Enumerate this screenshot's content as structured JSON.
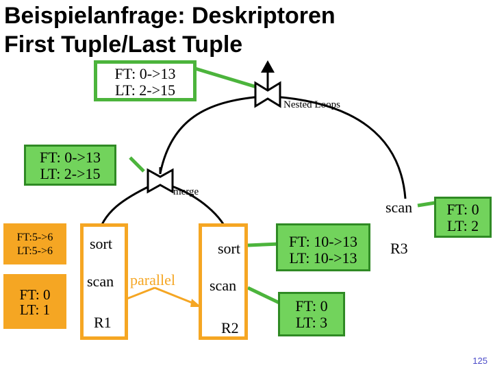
{
  "title": {
    "line1": "Beispielanfrage: Deskriptoren",
    "line2": "First Tuple/Last Tuple"
  },
  "operators": {
    "nested_loops": "Nested Loops",
    "merge": "merge",
    "scan_r3": "scan",
    "sort_left": "sort",
    "scan_left": "scan",
    "sort_right": "sort",
    "scan_right": "scan",
    "parallel": "parallel"
  },
  "relations": {
    "r1": "R1",
    "r2": "R2",
    "r3": "R3"
  },
  "descriptors": {
    "nested_loops": {
      "ft": "FT: 0->13",
      "lt": "LT: 2->15"
    },
    "merge": {
      "ft": "FT: 0->13",
      "lt": "LT: 2->15"
    },
    "scan_r3": {
      "ft": "FT: 0",
      "lt": "LT: 2"
    },
    "sort_left": {
      "ft": "FT:5->6",
      "lt": "LT:5->6"
    },
    "scan_left": {
      "ft": "FT: 0",
      "lt": "LT: 1"
    },
    "sort_right": {
      "ft": "FT: 10->13",
      "lt": "LT: 10->13"
    },
    "scan_right": {
      "ft": "FT: 0",
      "lt": "LT: 3"
    }
  },
  "page_number": "125",
  "colors": {
    "green_border": "#4cb43c",
    "green_fill": "#72d35c",
    "orange": "#f5a623",
    "page_number": "#4a4ac8"
  }
}
